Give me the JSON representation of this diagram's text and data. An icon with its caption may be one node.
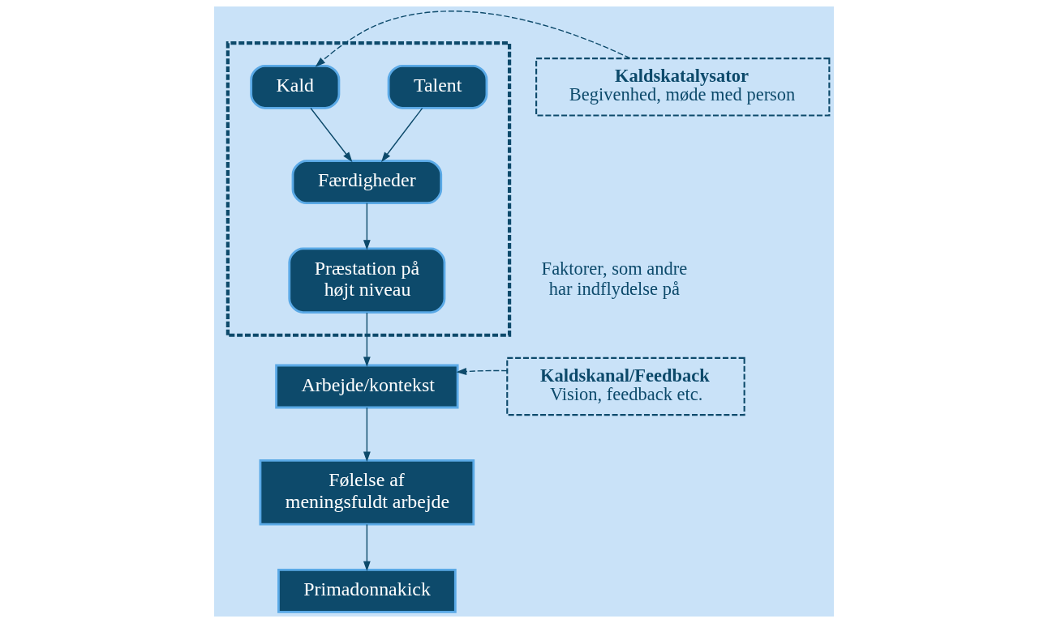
{
  "diagram": {
    "nodes": [
      {
        "text": [],
        "shape": "box"
      },
      {
        "text": [
          "Talent"
        ],
        "in": 0
      },
      {
        "text": [
          "Kald"
        ],
        "in": 0
      },
      {
        "text": [
          "Færdigheder"
        ],
        "in": 0
      },
      {
        "text": [
          "Præstation på højt niveau"
        ],
        "in": 0
      },
      {
        "text": [
          "Kaldskatalysator",
          "Begivenhed, møde med person"
        ]
      },
      {
        "text": [
          "Arbejde/kontekst"
        ]
      },
      {
        "text": [
          "Kaldskanal/Feedback",
          "Vision, feedback etc."
        ]
      },
      {
        "text": [
          "Følelse af meningsfuldt arbejde"
        ]
      },
      {
        "text": [
          "Primadonnakick"
        ]
      }
    ],
    "edges": [
      {
        "from": 1,
        "to": 3,
        "arrow": "to"
      },
      {
        "from": 2,
        "to": 3,
        "arrow": "to"
      },
      {
        "from": 3,
        "to": 4,
        "arrow": "to"
      },
      {
        "from": 5,
        "to": 2,
        "arrow": "to",
        "style": "dashed"
      },
      {
        "from": 4,
        "to": 6,
        "arrow": "to"
      },
      {
        "from": 7,
        "to": 6,
        "arrow": "to",
        "style": "dashed"
      },
      {
        "from": 6,
        "to": 8,
        "arrow": "to"
      },
      {
        "from": 8,
        "to": 9,
        "arrow": "to"
      }
    ],
    "labels": [
      "Faktorer, som andre har indflydelse på"
    ]
  }
}
